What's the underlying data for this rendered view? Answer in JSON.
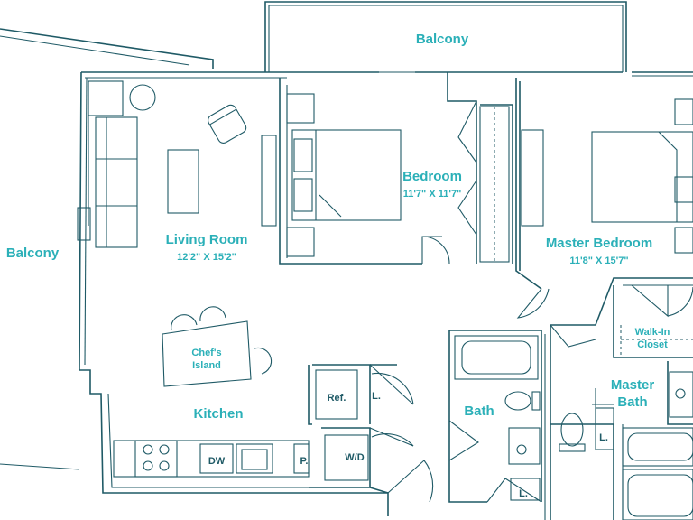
{
  "rooms": {
    "balcony_top": "Balcony",
    "balcony_left": "Balcony",
    "bedroom": {
      "name": "Bedroom",
      "dims": "11'7\" X 11'7\""
    },
    "living_room": {
      "name": "Living Room",
      "dims": "12'2\" X 15'2\""
    },
    "master_bedroom": {
      "name": "Master Bedroom",
      "dims": "11'8\" X 15'7\""
    },
    "chefs_island": {
      "line1": "Chef's",
      "line2": "Island"
    },
    "kitchen": "Kitchen",
    "bath": "Bath",
    "master_bath": {
      "line1": "Master",
      "line2": "Bath"
    },
    "walk_in_closet": {
      "line1": "Walk-In",
      "line2": "Closet"
    }
  },
  "appliances": {
    "ref": "Ref.",
    "linen_1": "L.",
    "linen_2": "L.",
    "linen_3": "L.",
    "washer_dryer": "W/D",
    "dishwasher": "DW",
    "pantry": "P."
  }
}
